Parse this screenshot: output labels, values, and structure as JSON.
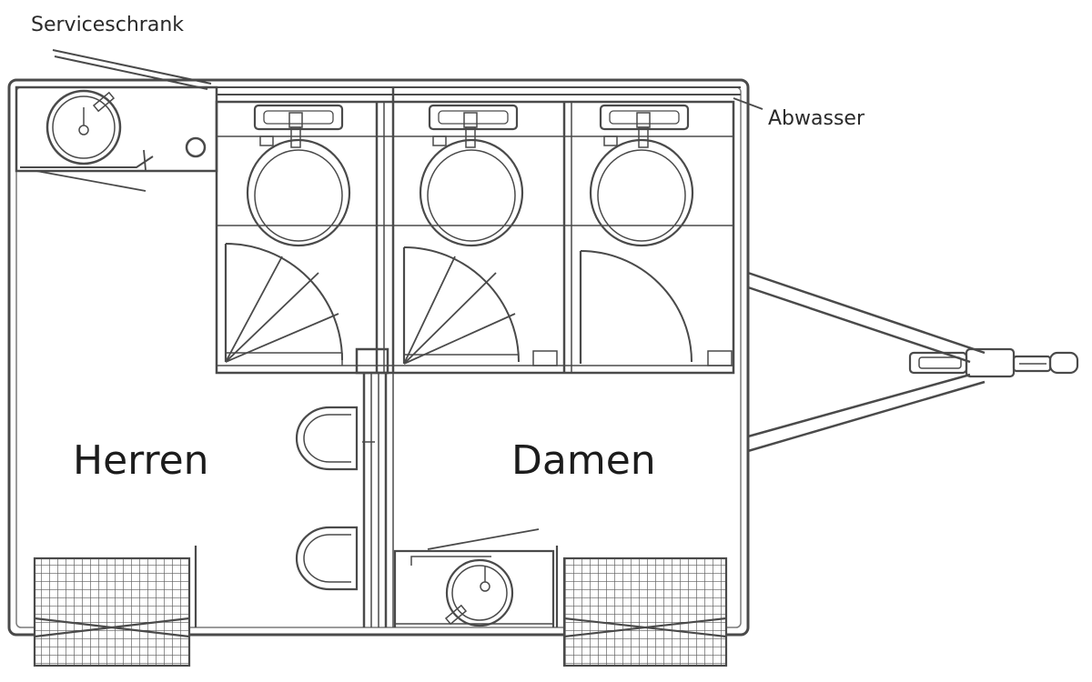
{
  "labels": {
    "service_cabinet": "Serviceschrank",
    "waste_water": "Abwasser",
    "men": "Herren",
    "women": "Damen"
  },
  "colors": {
    "line": "#4a4a4a",
    "light_line": "#8a8a8a",
    "background": "#ffffff"
  }
}
